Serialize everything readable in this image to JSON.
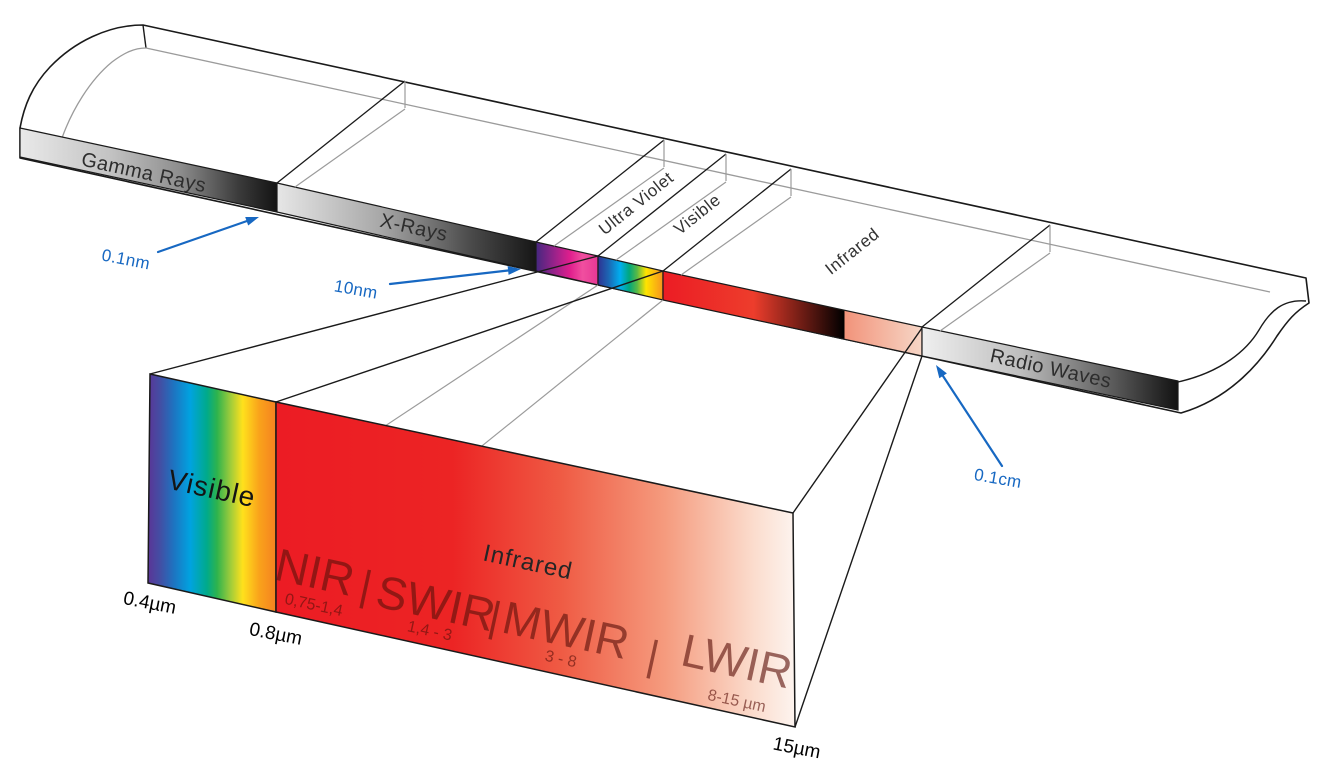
{
  "spectrum": {
    "bands": [
      {
        "label": "Gamma Rays"
      },
      {
        "label": "X-Rays"
      },
      {
        "label": "Ultra Violet"
      },
      {
        "label": "Visible"
      },
      {
        "label": "Infrared"
      },
      {
        "label": "Radio Waves"
      }
    ],
    "boundary_annotations": [
      {
        "label": "0.1nm"
      },
      {
        "label": "10nm"
      },
      {
        "label": "0.1cm"
      }
    ]
  },
  "detail_block": {
    "visible_label": "Visible",
    "infrared_label": "Infrared",
    "separator": "|",
    "ir_bands": [
      {
        "name": "NIR",
        "range": "0,75-1,4"
      },
      {
        "name": "SWIR",
        "range": "1,4 - 3"
      },
      {
        "name": "MWIR",
        "range": "3 - 8"
      },
      {
        "name": "LWIR",
        "range": "8-15 µm"
      }
    ],
    "wavelength_marks": [
      "0.4µm",
      "0.8µm",
      "15µm"
    ]
  },
  "colors": {
    "annotation_blue": "#1768c2",
    "infrared_red": "#ec1c24",
    "uv_magenta": "#d6208c",
    "outline_black": "#1a1a1a",
    "construction_gray": "#9b9b9b"
  }
}
